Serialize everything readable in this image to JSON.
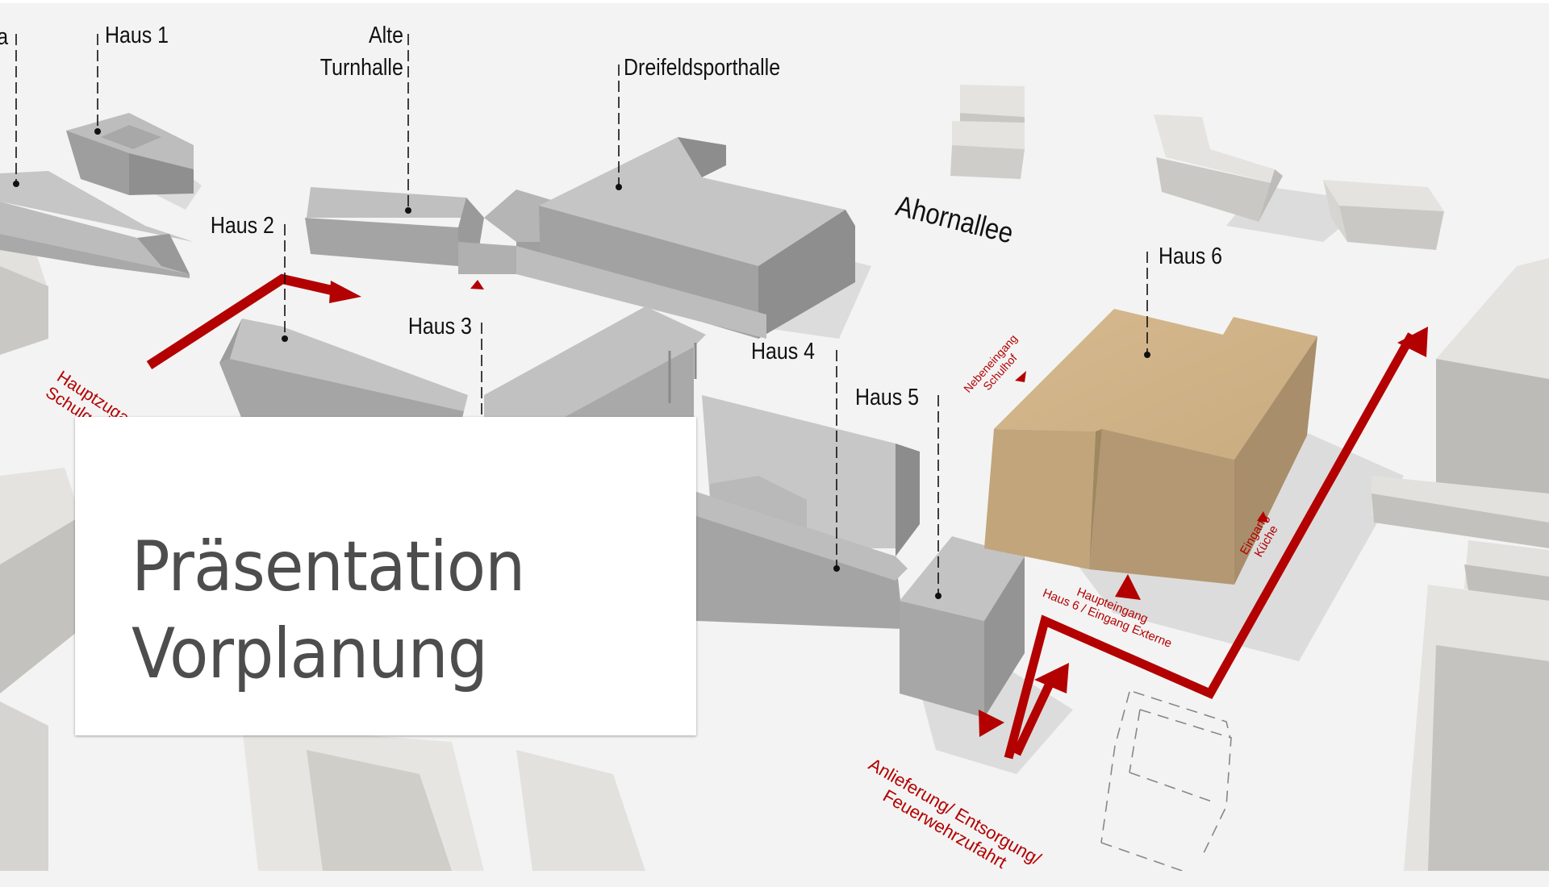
{
  "slide": {
    "title_line1": "Präsentation",
    "title_line2": "Vorplanung"
  },
  "labels": {
    "cut_left": "a",
    "haus1": "Haus 1",
    "alte_turnhalle_line1": "Alte",
    "alte_turnhalle_line2": "Turnhalle",
    "dreifeldsporthalle": "Dreifeldsporthalle",
    "ahornallee": "Ahornallee",
    "haus2": "Haus 2",
    "haus3": "Haus 3",
    "haus4": "Haus 4",
    "haus5": "Haus 5",
    "haus6": "Haus 6"
  },
  "annotations": {
    "hauptzugang_line1": "Hauptzugang",
    "hauptzugang_line2": "Schulgelände",
    "nebeneingang_line1": "Nebeneingang",
    "nebeneingang_line2": "Schulhof",
    "haupteingang_line1": "Haupteingang",
    "haupteingang_line2": "Haus 6 / Eingang Externe",
    "eingang_kueche_line1": "Eingang",
    "eingang_kueche_line2": "Küche",
    "anlieferung_line1": "Anlieferung/ Entsorgung/",
    "anlieferung_line2": "Feuerwehrzufahrt"
  },
  "colors": {
    "accent_red": "#b30000",
    "highlight_building": "#d2b48a",
    "building_gray": "#b9b9b9",
    "context_building": "#e2e1dd",
    "background": "#f3f3f3"
  }
}
